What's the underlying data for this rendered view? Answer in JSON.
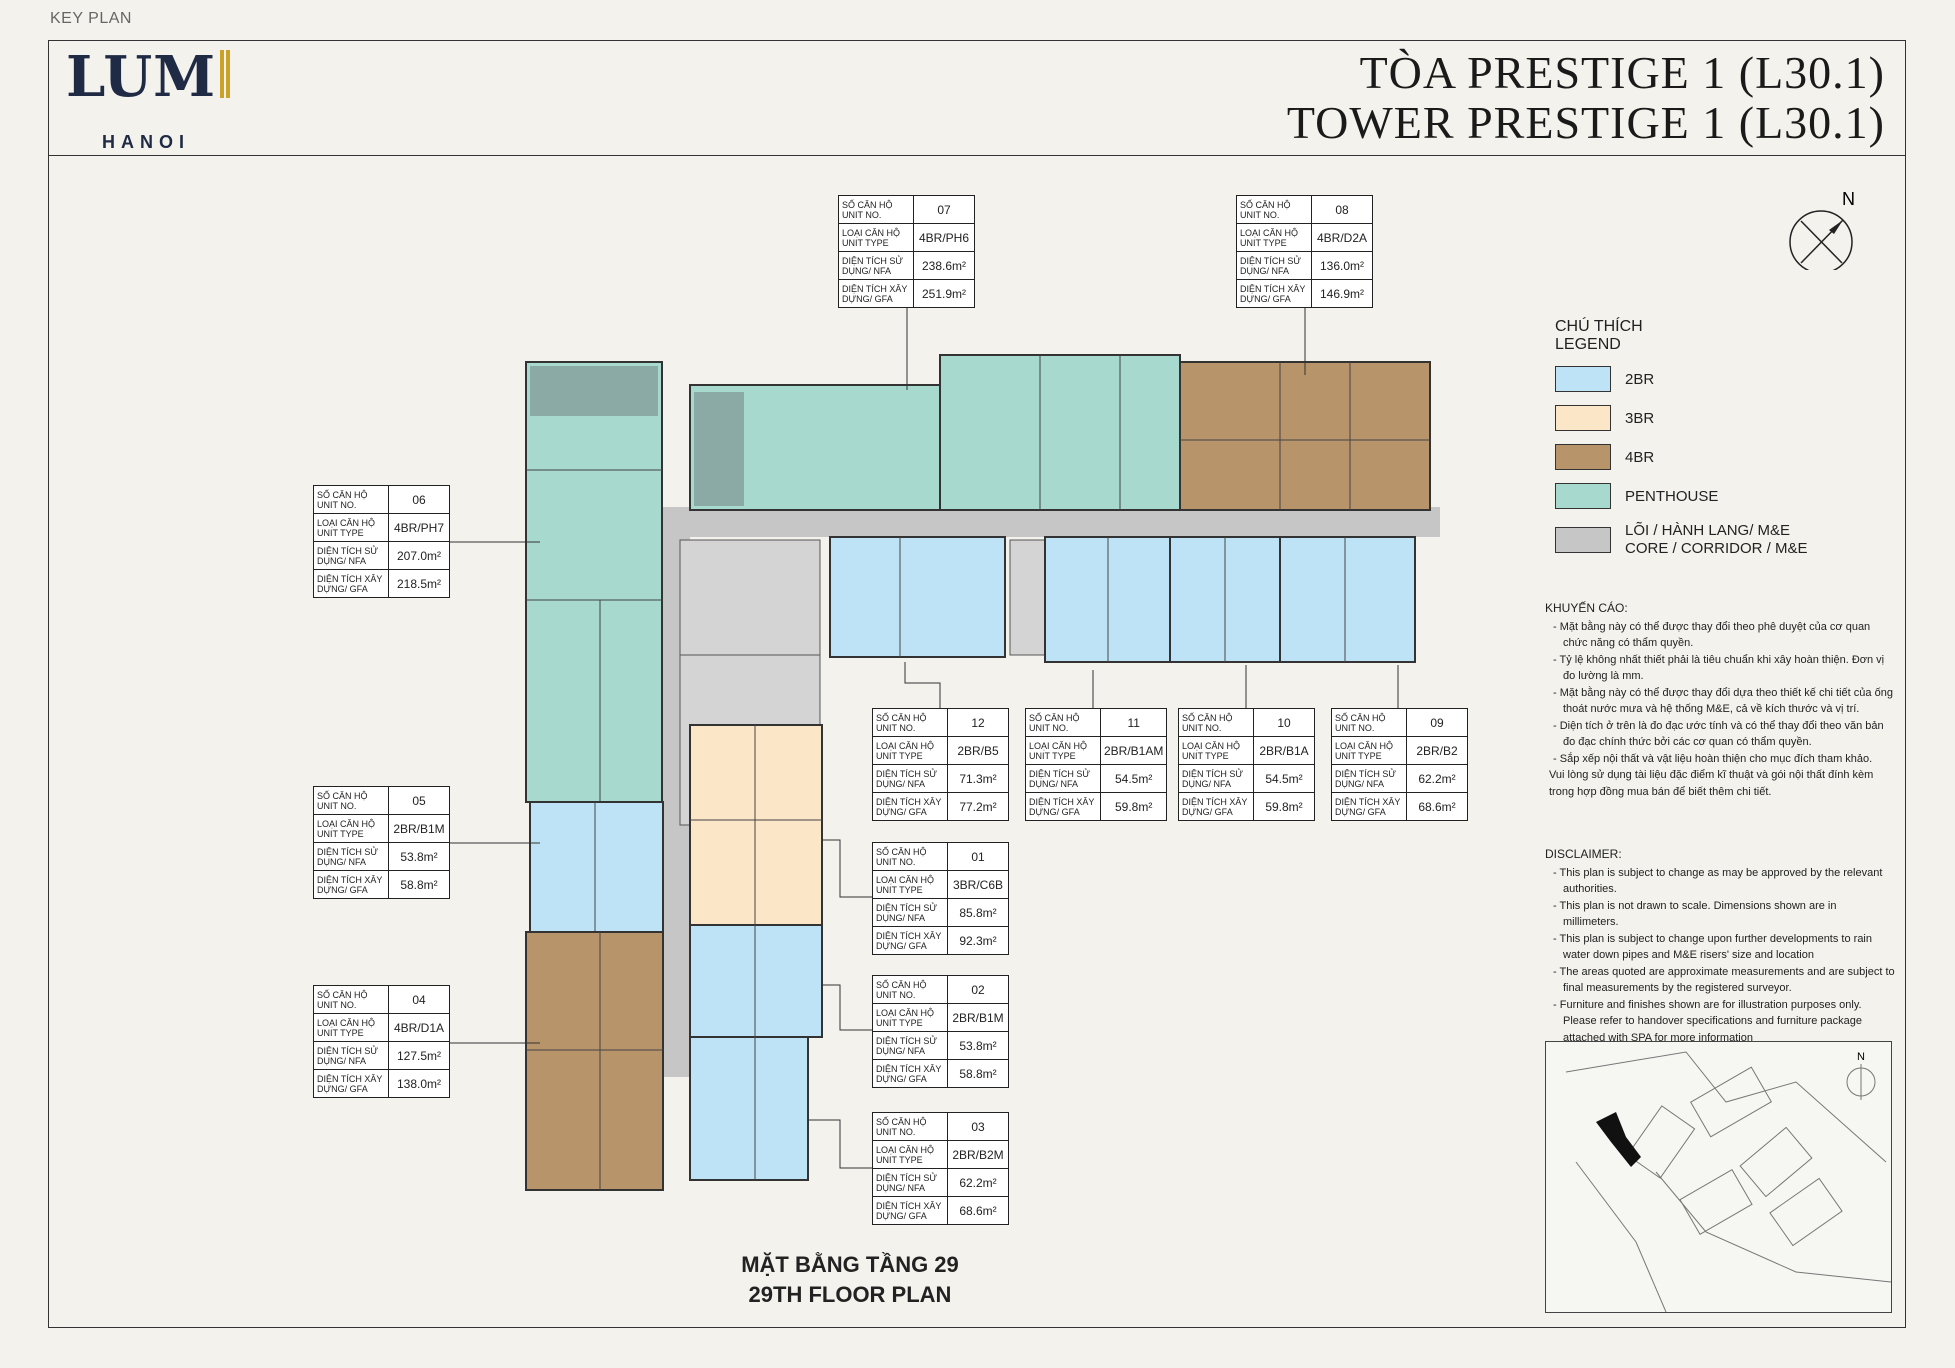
{
  "key_plan_label": "KEY PLAN",
  "logo": {
    "word": "LUM",
    "sub": "HANOI"
  },
  "title": {
    "line1": "TÒA PRESTIGE 1 (L30.1)",
    "line2": "TOWER PRESTIGE 1 (L30.1)"
  },
  "compass_label": "N",
  "floor_caption": {
    "line1": "MẶT BẰNG TẦNG 29",
    "line2": "29TH FLOOR PLAN"
  },
  "field_labels": {
    "unit_no": [
      "SỐ CĂN HỘ",
      "UNIT NO."
    ],
    "unit_type": [
      "LOẠI CĂN HỘ",
      "UNIT TYPE"
    ],
    "nfa": [
      "DIỆN TÍCH SỬ",
      "DỤNG/ NFA"
    ],
    "gfa": [
      "DIỆN TÍCH XÂY",
      "DỰNG/ GFA"
    ]
  },
  "units": [
    {
      "no": "07",
      "type": "4BR/PH6",
      "nfa": "238.6m²",
      "gfa": "251.9m²"
    },
    {
      "no": "08",
      "type": "4BR/D2A",
      "nfa": "136.0m²",
      "gfa": "146.9m²"
    },
    {
      "no": "06",
      "type": "4BR/PH7",
      "nfa": "207.0m²",
      "gfa": "218.5m²"
    },
    {
      "no": "05",
      "type": "2BR/B1M",
      "nfa": "53.8m²",
      "gfa": "58.8m²"
    },
    {
      "no": "04",
      "type": "4BR/D1A",
      "nfa": "127.5m²",
      "gfa": "138.0m²"
    },
    {
      "no": "12",
      "type": "2BR/B5",
      "nfa": "71.3m²",
      "gfa": "77.2m²"
    },
    {
      "no": "11",
      "type": "2BR/B1AM",
      "nfa": "54.5m²",
      "gfa": "59.8m²"
    },
    {
      "no": "10",
      "type": "2BR/B1A",
      "nfa": "54.5m²",
      "gfa": "59.8m²"
    },
    {
      "no": "09",
      "type": "2BR/B2",
      "nfa": "62.2m²",
      "gfa": "68.6m²"
    },
    {
      "no": "01",
      "type": "3BR/C6B",
      "nfa": "85.8m²",
      "gfa": "92.3m²"
    },
    {
      "no": "02",
      "type": "2BR/B1M",
      "nfa": "53.8m²",
      "gfa": "58.8m²"
    },
    {
      "no": "03",
      "type": "2BR/B2M",
      "nfa": "62.2m²",
      "gfa": "68.6m²"
    }
  ],
  "legend": {
    "title": [
      "CHÚ THÍCH",
      "LEGEND"
    ],
    "items": [
      {
        "label": "2BR",
        "color": "#bfe3f6"
      },
      {
        "label": "3BR",
        "color": "#fbe6c8"
      },
      {
        "label": "4BR",
        "color": "#b8946b"
      },
      {
        "label": "PENTHOUSE",
        "color": "#a7d9cf"
      },
      {
        "label": "LÕI / HÀNH LANG/ M&E",
        "label2": "CORE / CORRIDOR / M&E",
        "color": "#c6c6c6"
      }
    ]
  },
  "colors": {
    "2br": "#bfe3f6",
    "3br": "#fbe6c8",
    "4br": "#b8946b",
    "penthouse": "#a7d9cf",
    "core": "#c6c6c6"
  },
  "khuyen_cao": {
    "title": "KHUYẾN CÁO:",
    "items": [
      "Mặt bằng này có thể được thay đổi theo phê duyệt của cơ quan chức năng có thẩm quyền.",
      "Tỷ lệ không nhất thiết phải là tiêu chuẩn khi xây hoàn thiện. Đơn vị đo lường là mm.",
      "Mặt bằng này có thể được thay đổi dựa theo thiết kế chi tiết của ống thoát nước mưa và hệ thống M&E, cả về kích thước và vị trí.",
      "Diện tích ở trên là đo đạc ước tính và có thể thay đổi theo văn bản đo đạc chính thức bởi các cơ quan có thẩm quyền.",
      "Sắp xếp nội thất và vật liệu hoàn thiện cho mục đích tham khảo."
    ],
    "footer": "Vui lòng sử dụng tài liệu đặc điểm kĩ thuật và gói nội thất đính kèm trong hợp đồng mua bán để biết thêm chi tiết."
  },
  "disclaimer": {
    "title": "DISCLAIMER:",
    "items": [
      "This plan is subject to change as may be approved by the relevant authorities.",
      "This plan is not drawn to scale. Dimensions shown are in millimeters.",
      "This plan is subject to change upon further developments to rain water down pipes and M&E risers' size and location",
      "The areas quoted are approximate measurements and are subject to final measurements by the registered surveyor.",
      "Furniture and finishes shown are for illustration purposes only. Please refer to handover specifications and furniture package attached with SPA for more information"
    ]
  }
}
